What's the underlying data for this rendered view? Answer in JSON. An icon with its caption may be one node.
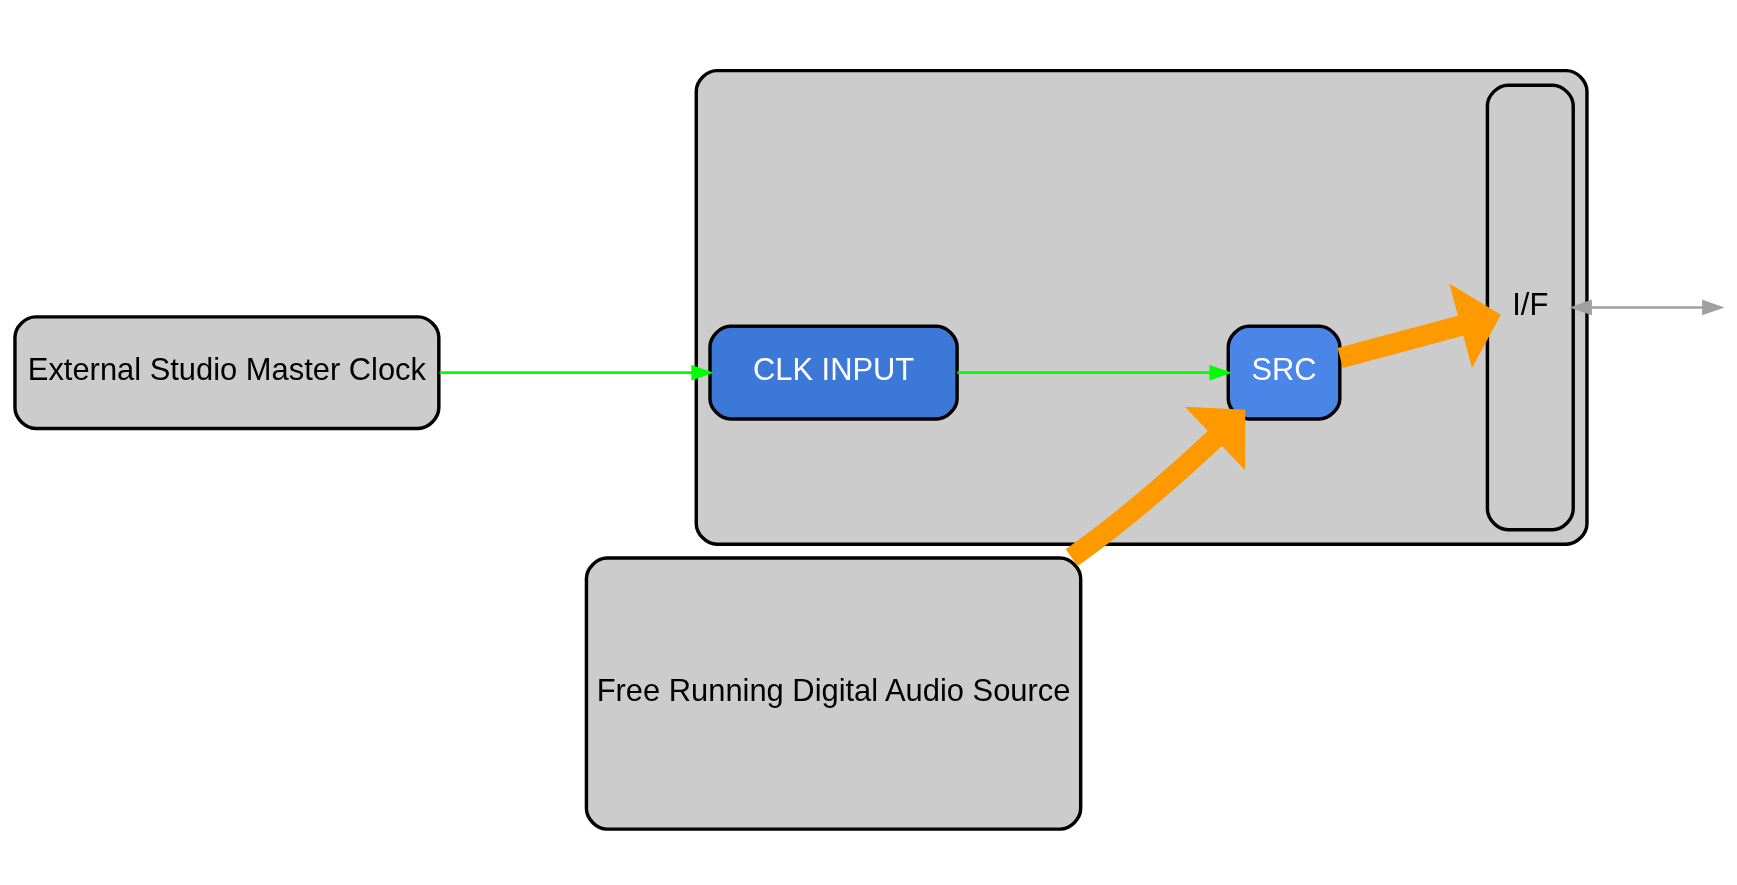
{
  "diagram": {
    "nodes": [
      {
        "text": [
          "External Studio Master Clock"
        ]
      },
      {
        "text": [],
        "shape": "box"
      },
      {
        "text": [
          "CLK INPUT"
        ],
        "in": 1
      },
      {
        "text": [
          "I/F"
        ],
        "in": 1
      },
      {
        "text": [
          "Free Running Digital Audio Source"
        ]
      },
      {
        "text": [
          "SRC"
        ],
        "in": 1
      }
    ],
    "edges": [
      {
        "from": 0,
        "to": 2,
        "arrow": "to",
        "color": "#00ff00"
      },
      {
        "from": 2,
        "to": 5,
        "arrow": "to",
        "color": "#00ff00"
      },
      {
        "from": 4,
        "to": 5,
        "arrow": "to",
        "style": "thick",
        "color": "#ff9900"
      },
      {
        "from": 5,
        "to": 3,
        "arrow": "to",
        "style": "thick",
        "color": "#ff9900"
      },
      {
        "from": 3,
        "to": null,
        "arrow": "both",
        "color": "#a0a0a0"
      }
    ]
  }
}
